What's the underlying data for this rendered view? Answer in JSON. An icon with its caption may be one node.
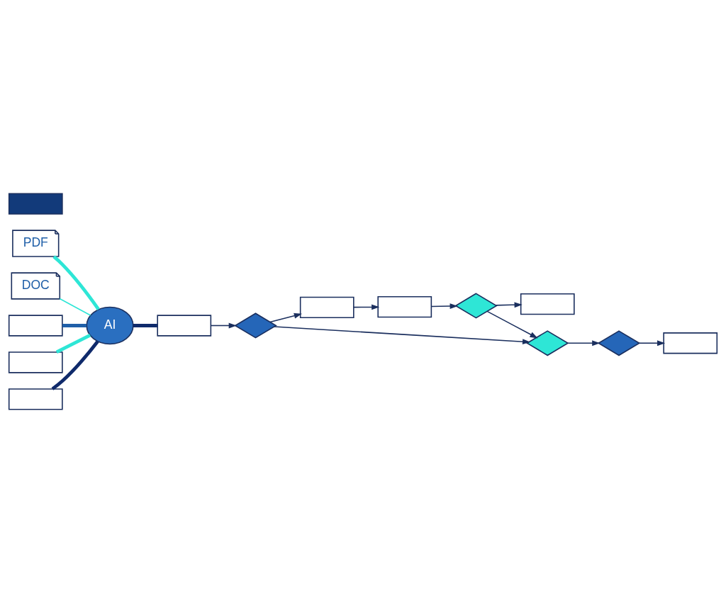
{
  "diagram": {
    "nodes": [
      {
        "text": [
          "PDF"
        ]
      },
      {
        "text": [
          "DOC"
        ]
      },
      {
        "text": [],
        "shape": "box"
      },
      {
        "text": [],
        "shape": "box"
      },
      {
        "text": [],
        "shape": "box"
      },
      {
        "text": [],
        "shape": "box"
      },
      {
        "text": [
          "AI"
        ]
      },
      {
        "text": [],
        "shape": "box"
      },
      {
        "text": [],
        "shape": "diamond"
      },
      {
        "text": [],
        "shape": "box"
      },
      {
        "text": [],
        "shape": "diamond"
      },
      {
        "text": [],
        "shape": "box"
      },
      {
        "text": [],
        "shape": "diamond"
      },
      {
        "text": [],
        "shape": "diamond"
      },
      {
        "text": [],
        "shape": "box"
      },
      {
        "text": [],
        "shape": "box"
      }
    ],
    "edges": [
      {
        "from": 0,
        "to": 6,
        "arrow": "none",
        "style": "thick",
        "color": "#2ee6d6"
      },
      {
        "from": 1,
        "to": 6,
        "arrow": "none",
        "color": "#2ee6d6"
      },
      {
        "from": 3,
        "to": 6,
        "arrow": "none",
        "style": "thick",
        "color": "#1f5fa8"
      },
      {
        "from": 4,
        "to": 6,
        "arrow": "none",
        "style": "thick",
        "color": "#2ee6d6"
      },
      {
        "from": 5,
        "to": 6,
        "arrow": "none",
        "style": "thick",
        "color": "#0f2a6b"
      },
      {
        "from": 6,
        "to": 7,
        "arrow": "none",
        "style": "thick",
        "color": "#0f2a6b"
      },
      {
        "from": 7,
        "to": 8,
        "arrow": "to"
      },
      {
        "from": 8,
        "to": 9,
        "arrow": "to"
      },
      {
        "from": 8,
        "to": 10,
        "arrow": "to"
      },
      {
        "from": 9,
        "to": 11,
        "arrow": "to"
      },
      {
        "from": 11,
        "to": 13,
        "arrow": "to"
      },
      {
        "from": 13,
        "to": 15,
        "arrow": "to"
      },
      {
        "from": 13,
        "to": 10,
        "arrow": "to"
      },
      {
        "from": 10,
        "to": 12,
        "arrow": "to"
      },
      {
        "from": 12,
        "to": 14,
        "arrow": "to"
      }
    ]
  }
}
